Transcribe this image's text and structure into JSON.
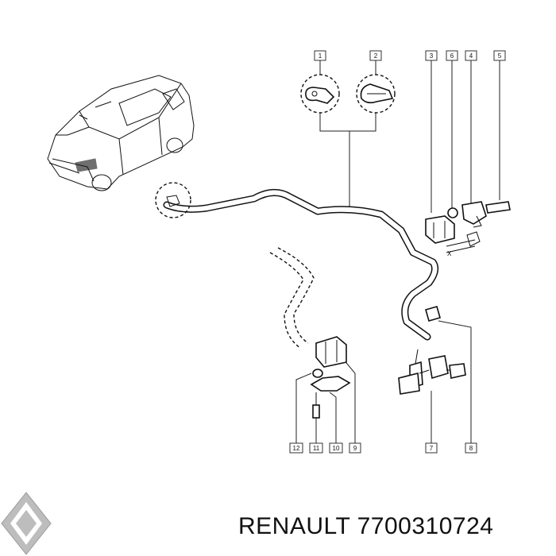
{
  "callouts": [
    {
      "id": "c1",
      "label": "1"
    },
    {
      "id": "c2",
      "label": "2"
    },
    {
      "id": "c3",
      "label": "3"
    },
    {
      "id": "c6",
      "label": "6"
    },
    {
      "id": "c4",
      "label": "4"
    },
    {
      "id": "c5",
      "label": "5"
    },
    {
      "id": "c12",
      "label": "12"
    },
    {
      "id": "c11",
      "label": "11"
    },
    {
      "id": "c10",
      "label": "10"
    },
    {
      "id": "c9",
      "label": "9"
    },
    {
      "id": "c7",
      "label": "7"
    },
    {
      "id": "c8",
      "label": "8"
    }
  ],
  "dimension_label": "X",
  "footer": {
    "brand": "RENAULT",
    "part_number": "7700310724"
  },
  "logo": {
    "name": "renault-diamond-logo"
  }
}
